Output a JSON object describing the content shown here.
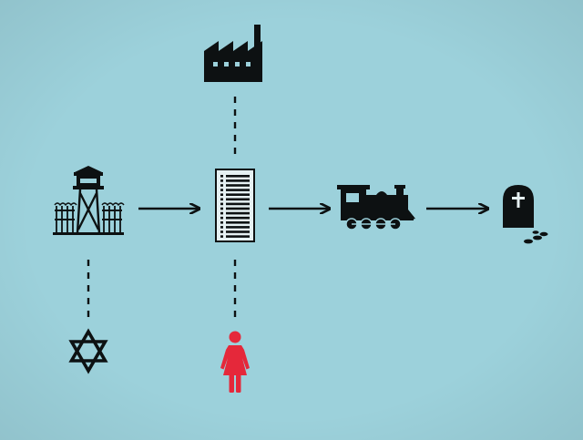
{
  "colors": {
    "background": "#9cd1db",
    "ink": "#0d1112",
    "highlight": "#e5283a",
    "paper": "#e6f1f3"
  },
  "icons": [
    "watchtower-camp-icon",
    "document-list-icon",
    "steam-train-icon",
    "gravestone-icon",
    "factory-icon",
    "star-of-david-icon",
    "woman-icon"
  ],
  "flow": {
    "main_sequence": [
      "watchtower-camp-icon",
      "document-list-icon",
      "steam-train-icon",
      "gravestone-icon"
    ],
    "branches": [
      {
        "from": "document-list-icon",
        "to": "factory-icon",
        "style": "dashed"
      },
      {
        "from": "watchtower-camp-icon",
        "to": "star-of-david-icon",
        "style": "dashed"
      },
      {
        "from": "document-list-icon",
        "to": "woman-icon",
        "style": "dashed"
      }
    ]
  }
}
